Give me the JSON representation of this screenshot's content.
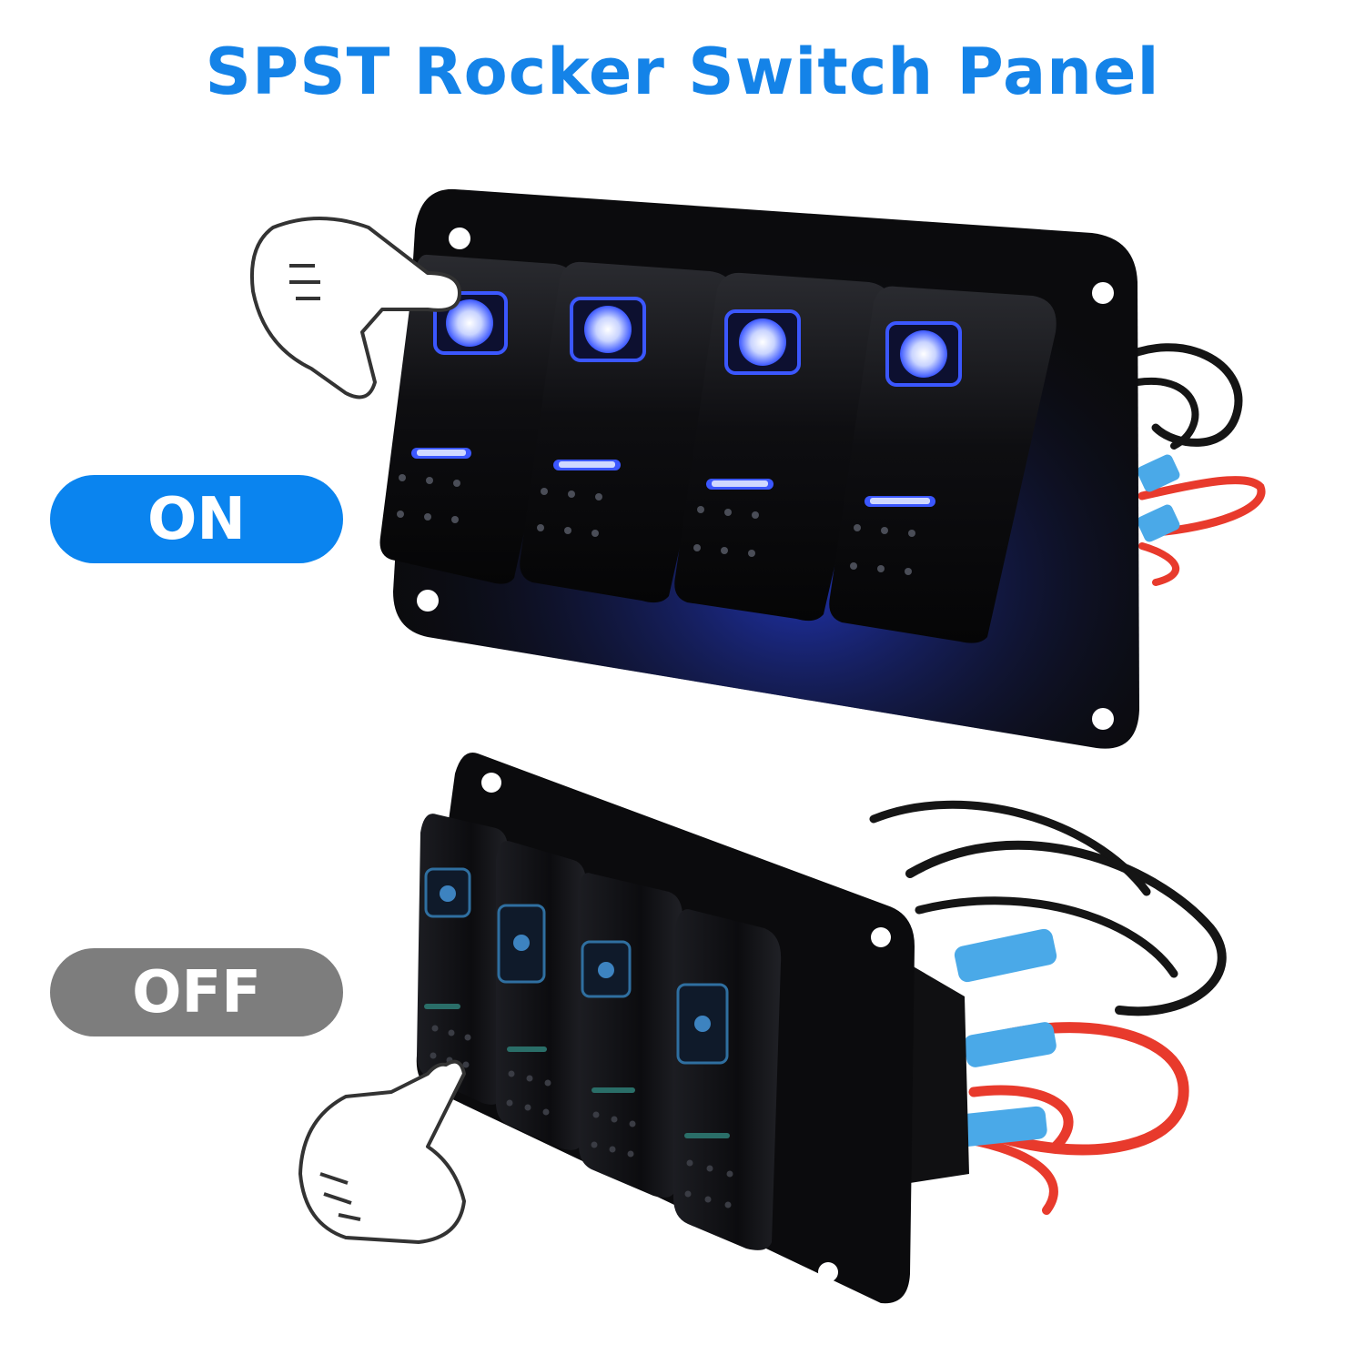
{
  "title": "SPST Rocker Switch Panel",
  "states": {
    "on": {
      "label": "ON",
      "color": "#0a84ef"
    },
    "off": {
      "label": "OFF",
      "color": "#7d7d7d"
    }
  },
  "colors": {
    "title": "#1483e8",
    "led": "#3b57ff",
    "panel": "#0b0b0d",
    "wire_red": "#e83a2c",
    "wire_black": "#151515",
    "terminal_blue": "#4aa9e8"
  },
  "illustration": {
    "panels": [
      {
        "state": "on",
        "switch_count": 4,
        "lit": true
      },
      {
        "state": "off",
        "switch_count": 4,
        "lit": false
      }
    ],
    "pointer_icons": [
      "pointing-hand-icon",
      "pointing-hand-icon"
    ]
  }
}
